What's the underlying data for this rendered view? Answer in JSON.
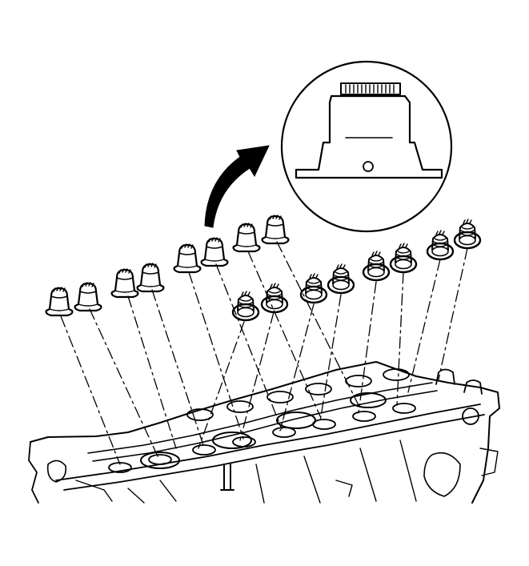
{
  "colors": {
    "ink": "#000000",
    "paper": "#ffffff"
  },
  "parts": {
    "detail_view": "valve-stem-seal-detail",
    "callout_arrow": "curved-callout-arrow",
    "seal_row": "valve-stem-seals",
    "head": "cylinder-head"
  },
  "seals": {
    "intake_count": 8,
    "exhaust_count": 8
  }
}
